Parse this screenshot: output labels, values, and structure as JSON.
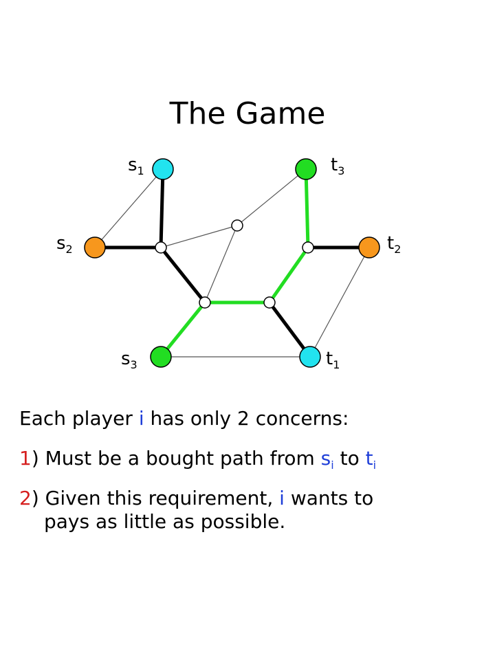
{
  "title": "The Game",
  "colors": {
    "cyan": "#22e3ef",
    "green": "#22dd22",
    "orange": "#f7971d",
    "edge_bold": "#000000",
    "edge_thin": "#555555",
    "edge_green": "#22dd22",
    "red_text": "#d62020",
    "blue_text": "#1f3fd8"
  },
  "nodes": {
    "s1": {
      "letter": "s",
      "sub": "1",
      "color": "cyan"
    },
    "t3": {
      "letter": "t",
      "sub": "3",
      "color": "green"
    },
    "s2": {
      "letter": "s",
      "sub": "2",
      "color": "orange"
    },
    "t2": {
      "letter": "t",
      "sub": "2",
      "color": "orange"
    },
    "s3": {
      "letter": "s",
      "sub": "3",
      "color": "green"
    },
    "t1": {
      "letter": "t",
      "sub": "1",
      "color": "cyan"
    }
  },
  "concerns": {
    "intro_prefix": "Each player ",
    "player_var": "i",
    "intro_suffix": " has only 2 concerns:",
    "item1_number": "1",
    "item1_text": ") Must be a bought path from ",
    "item1_s": "s",
    "item1_t": "t",
    "item1_sub": "i",
    "item1_mid": " to ",
    "item2_number": "2",
    "item2_text_a": ") Given this requirement, ",
    "item2_var": "i",
    "item2_text_b": " wants to",
    "item2_text_c": "pays as little as possible."
  }
}
